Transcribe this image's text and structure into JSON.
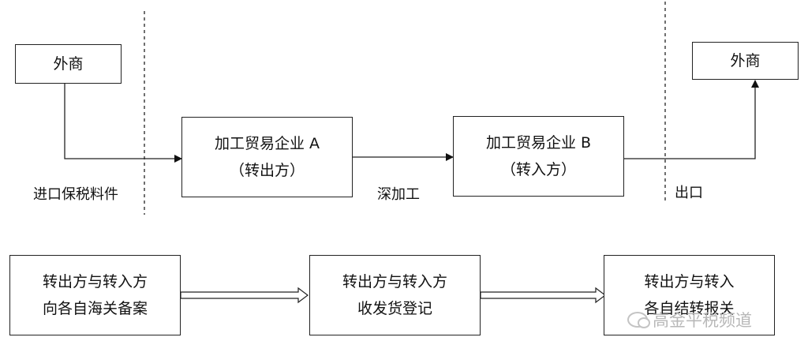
{
  "top": {
    "left_foreign": "外商",
    "right_foreign": "外商",
    "enterprise_a": {
      "line1": "加工贸易企业 A",
      "line2": "（转出方）"
    },
    "enterprise_b": {
      "line1": "加工贸易企业 B",
      "line2": "（转入方）"
    },
    "import_label": "进口保税料件",
    "deep_label": "深加工",
    "export_label": "出口"
  },
  "bottom": {
    "step1": {
      "line1": "转出方与转入方",
      "line2": "向各自海关备案"
    },
    "step2": {
      "line1": "转出方与转入方",
      "line2": "收发货登记"
    },
    "step3": {
      "line1": "转出方与转入",
      "line2": "各自结转报关"
    }
  },
  "watermark": "高金平税频道"
}
